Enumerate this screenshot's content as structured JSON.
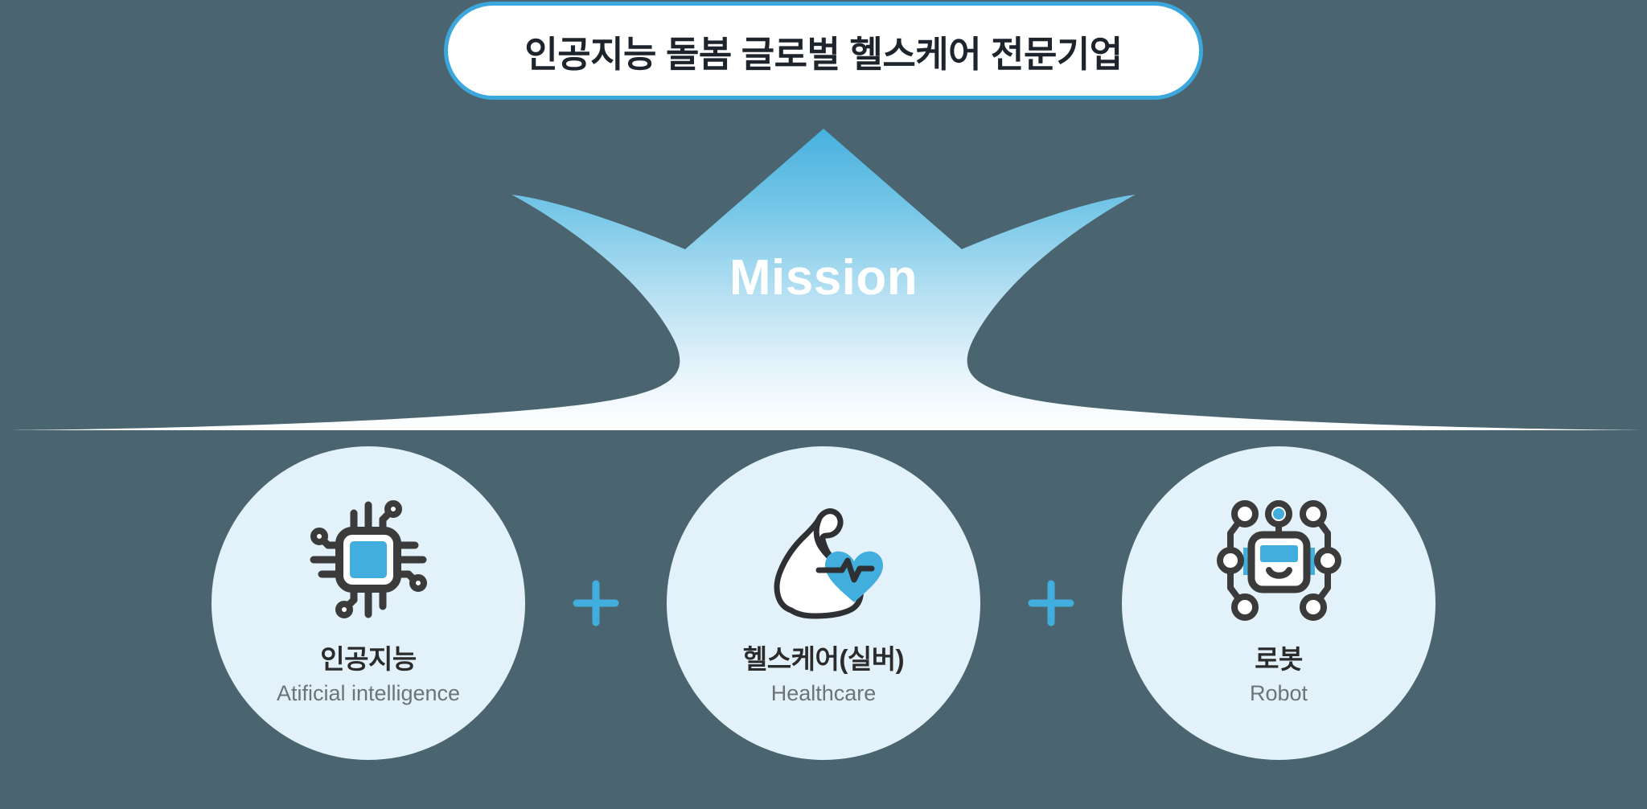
{
  "colors": {
    "background": "#4a6570",
    "accent_blue": "#3ba7dd",
    "icon_blue": "#41aede",
    "circle_fill": "#e3f2fa",
    "dark_stroke": "#3b3b3b",
    "title_text": "#1d242c",
    "label_ko": "#2b2b2b",
    "label_en": "#6d7478",
    "arrow_top": "#4cb4e0",
    "arrow_bottom": "#ffffff",
    "mission_text": "#ffffff"
  },
  "header": {
    "title": "인공지능 돌봄 글로벌 헬스케어 전문기업"
  },
  "arrow": {
    "label": "Mission",
    "icon": "up-arrow-shape"
  },
  "pillars": [
    {
      "label_ko": "인공지능",
      "label_en": "Atificial intelligence",
      "icon": "ai-chip-icon"
    },
    {
      "label_ko": "헬스케어(실버)",
      "label_en": "Healthcare",
      "icon": "bicep-heart-icon"
    },
    {
      "label_ko": "로봇",
      "label_en": "Robot",
      "icon": "robot-network-icon"
    }
  ],
  "separators": [
    {
      "symbol": "+",
      "icon": "plus-icon"
    },
    {
      "symbol": "+",
      "icon": "plus-icon"
    }
  ]
}
